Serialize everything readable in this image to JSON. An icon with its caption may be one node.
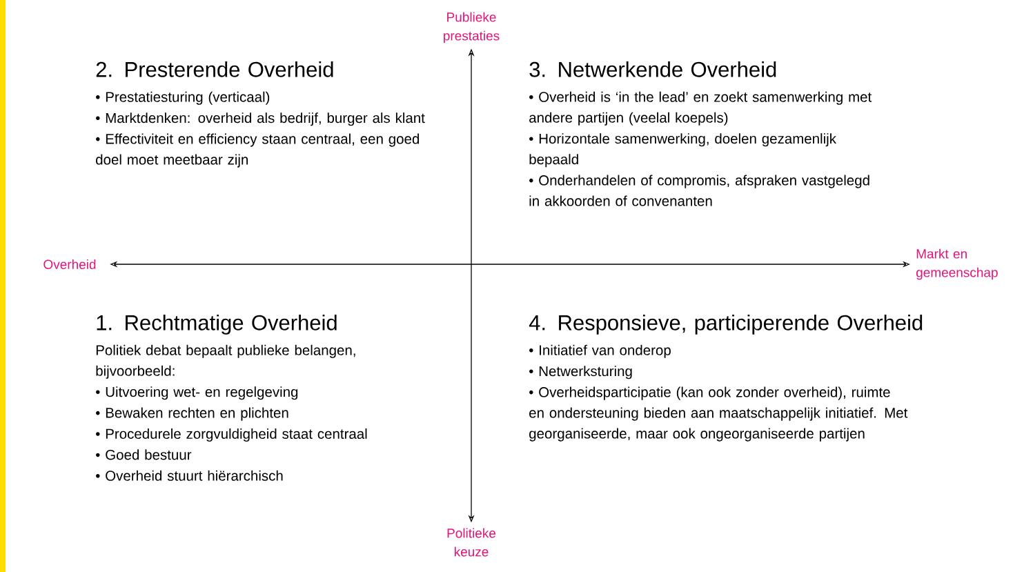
{
  "diagram": {
    "nodes": [
      {
        "text": [
          "Publieke prestaties"
        ]
      },
      {
        "text": [
          "Overheid"
        ]
      },
      {
        "text": [
          "Markt en gemeenschap"
        ]
      },
      {
        "text": [
          "Politieke keuze"
        ]
      }
    ],
    "edges": [
      {
        "from": 1,
        "to": 2,
        "arrow": "both"
      },
      {
        "from": 0,
        "to": 3,
        "arrow": "both"
      }
    ],
    "labels": [
      "2. Presterende Overheid",
      "• Prestatiesturing (verticaal)",
      "• Marktdenken: overheid als bedrijf, burger als klant",
      "• Effectiviteit en efficiency staan centraal, een goed doel moet meetbaar zijn",
      "3. Netwerkende Overheid",
      "• Overheid is ‘in the lead’ en zoekt samenwerking met andere partijen (veelal koepels)",
      "• Horizontale samenwerking, doelen gezamenlijk bepaald",
      "• Onderhandelen of compromis, afspraken vastgelegd in akkoorden of convenanten",
      "1. Rechtmatige Overheid",
      "Politiek debat bepaalt publieke belangen, bijvoorbeeld:",
      "• Uitvoering wet- en regelgeving",
      "• Bewaken rechten en plichten",
      "• Procedurele zorgvuldigheid staat centraal",
      "• Goed bestuur",
      "• Overheid stuurt hiërarchisch",
      "4. Responsieve, participerende Overheid",
      "• Initiatief van onderop",
      "• Netwerksturing",
      "• Overheidsparticipatie (kan ook zonder overheid), ruimte en ondersteuning bieden aan maatschappelijk initiatief. Met georganiseerde, maar ook ongeorganiseerde partijen"
    ]
  }
}
